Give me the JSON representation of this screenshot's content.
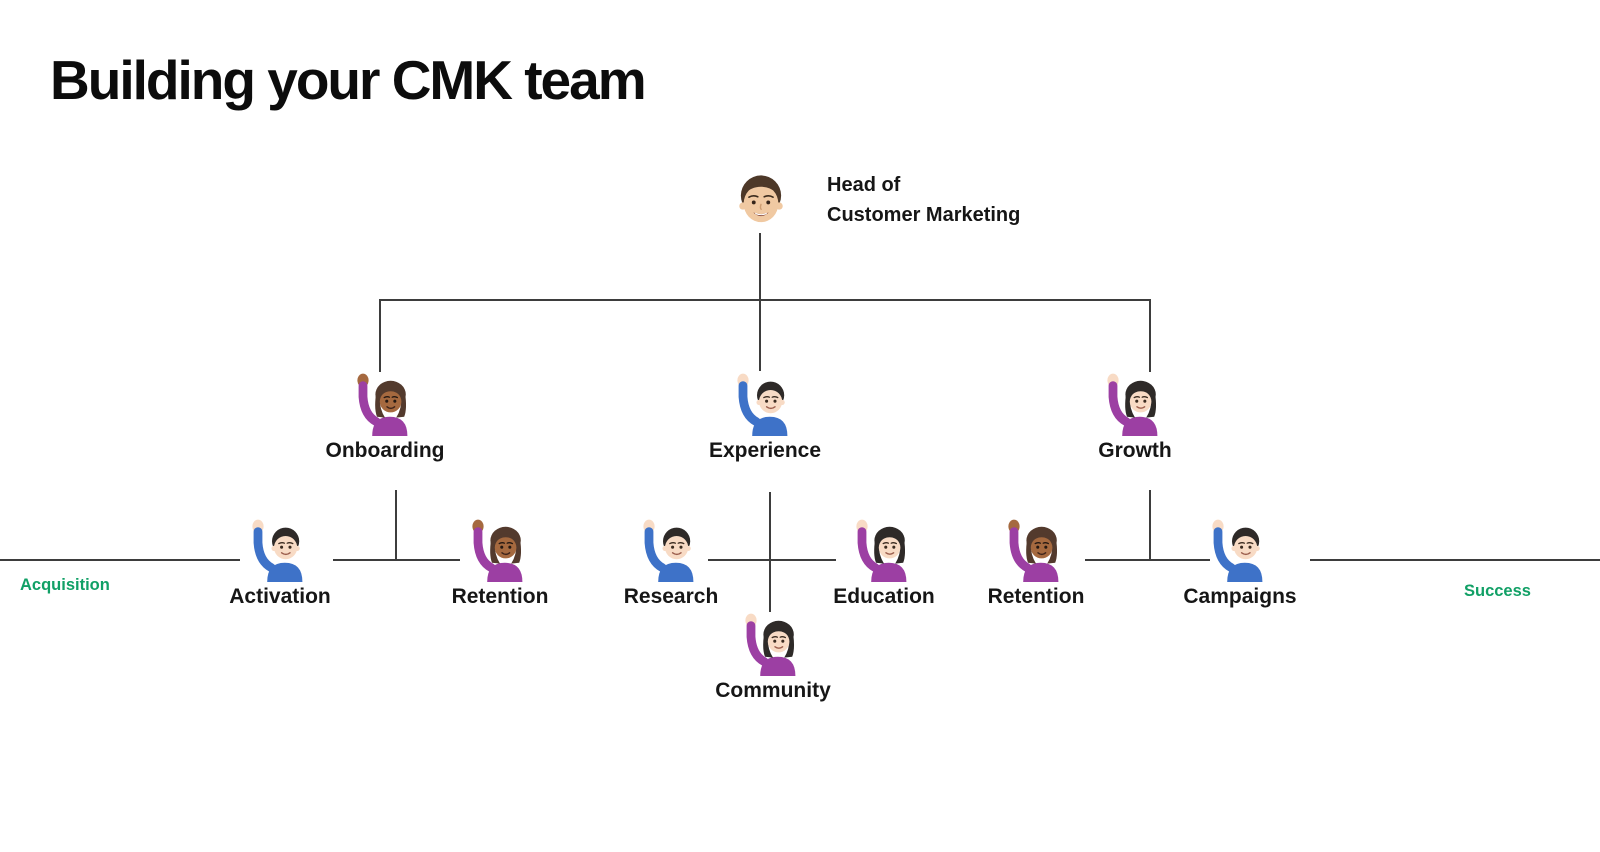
{
  "title": "Building your CMK team",
  "org": {
    "root": {
      "label_line1": "Head of",
      "label_line2": "Customer Marketing",
      "icon": "man-face-emoji"
    },
    "branches": [
      {
        "label": "Onboarding",
        "icon": "woman-raising-hand-medium-dark-emoji"
      },
      {
        "label": "Experience",
        "icon": "man-raising-hand-light-emoji"
      },
      {
        "label": "Growth",
        "icon": "woman-raising-hand-light-emoji"
      }
    ],
    "leaves": [
      {
        "label": "Activation",
        "parent": "Onboarding",
        "icon": "man-raising-hand-light-emoji"
      },
      {
        "label": "Retention",
        "parent": "Onboarding",
        "icon": "woman-raising-hand-medium-dark-emoji"
      },
      {
        "label": "Research",
        "parent": "Experience",
        "icon": "man-raising-hand-light-emoji"
      },
      {
        "label": "Education",
        "parent": "Experience",
        "icon": "woman-raising-hand-light-emoji"
      },
      {
        "label": "Community",
        "parent": "Experience",
        "icon": "woman-raising-hand-light-emoji"
      },
      {
        "label": "Retention",
        "parent": "Growth",
        "icon": "woman-raising-hand-medium-dark-emoji"
      },
      {
        "label": "Campaigns",
        "parent": "Growth",
        "icon": "man-raising-hand-light-emoji"
      }
    ]
  },
  "axis": {
    "left_label": "Acquisition",
    "right_label": "Success",
    "label_color": "#11A066"
  },
  "colors": {
    "background": "#FFFFFF",
    "title_text": "#0C0C0C",
    "label_text": "#161616",
    "connector_line": "#3D3D3D",
    "axis_green": "#11A066",
    "shirt_blue": "#3E72C8",
    "shirt_purple": "#9C3FA3",
    "skin_light": "#F8DBC5",
    "skin_medium_dark": "#A5693F"
  }
}
